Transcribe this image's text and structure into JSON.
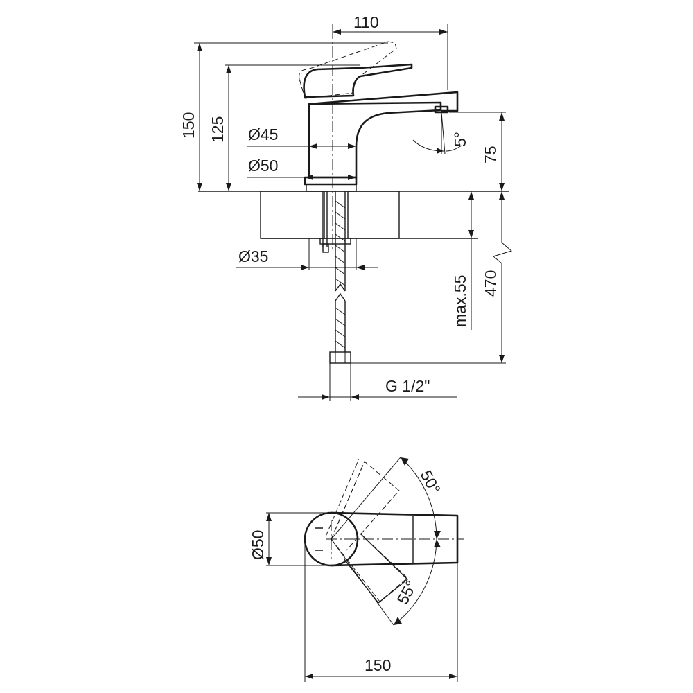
{
  "dimensions": {
    "width_110": "110",
    "height_150": "150",
    "height_125": "125",
    "dia_45": "Ø45",
    "dia_50": "Ø50",
    "angle_5": "5°",
    "height_75": "75",
    "dia_35": "Ø35",
    "max_55": "max.55",
    "length_470": "470",
    "thread": "G 1/2\"",
    "angle_50": "50°",
    "angle_55": "55°",
    "top_dia_50": "Ø50",
    "top_width_150": "150"
  },
  "colors": {
    "line": "#1a1a1a",
    "background": "#ffffff"
  }
}
